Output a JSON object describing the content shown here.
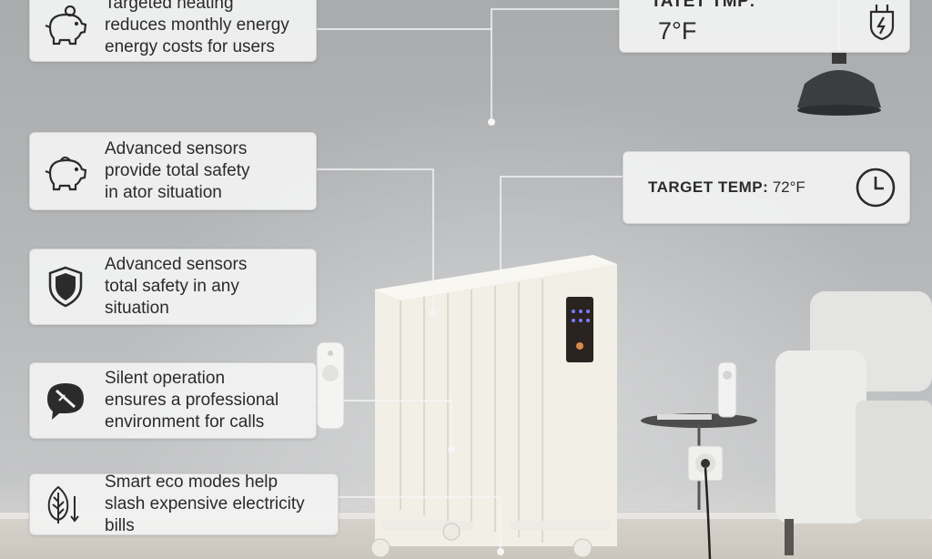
{
  "features": [
    {
      "id": "heating",
      "icon": "piggy-bank-icon",
      "text": "Targeted heating\nreduces monthly energy\nenergy costs for users"
    },
    {
      "id": "sensors-1",
      "icon": "piggy-bank-icon",
      "text": "Advanced sensors\nprovide total safety\nin ator situation"
    },
    {
      "id": "sensors-2",
      "icon": "shield-icon",
      "text": "Advanced sensors\ntotal safety in any\nsituation"
    },
    {
      "id": "silent",
      "icon": "muted-speech-bubble-icon",
      "text": "Silent operation\nensures a professional\nenvironment for calls"
    },
    {
      "id": "eco",
      "icon": "leaf-icon",
      "text": "Smart eco modes help\nslash expensive electricity bills"
    }
  ],
  "top_temp": {
    "label": "TATET TMP:",
    "value": "7°F",
    "icon": "power-plug-icon"
  },
  "target_temp": {
    "label": "TARGET TEMP:",
    "value": "72°F",
    "icon": "clock-icon"
  },
  "colors": {
    "card": "#f3f3f3",
    "text": "#2b2b2b",
    "wall": "#b0b2b4",
    "heater": "#f1efe6"
  }
}
